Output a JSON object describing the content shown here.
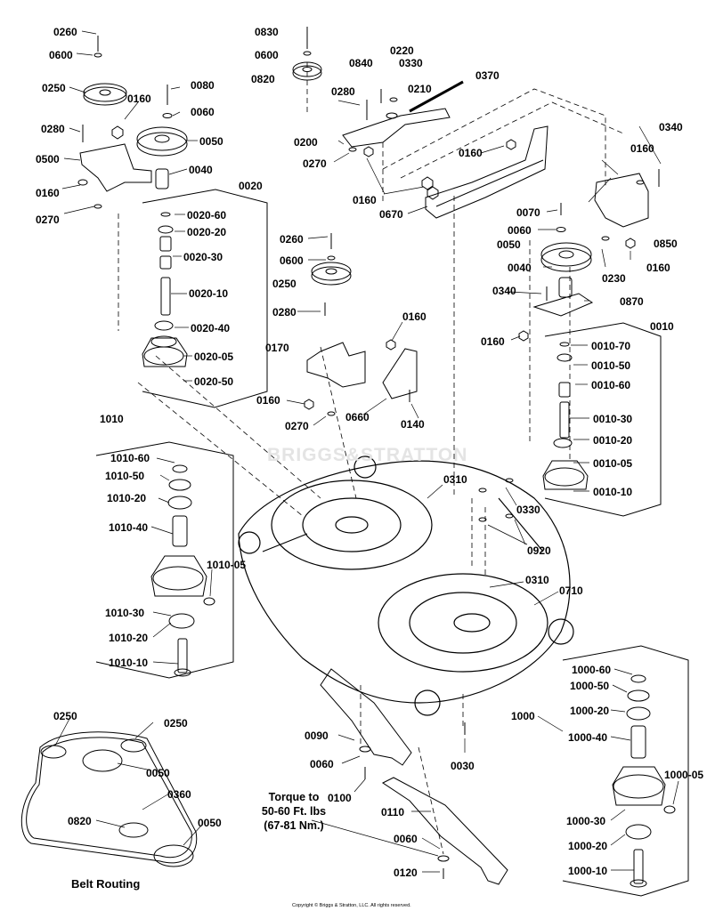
{
  "watermark": "BRIGGS&STRATTON",
  "copyright": "Copyright © Briggs & Stratton, LLC. All rights reserved.",
  "belt_routing": {
    "caption": "Belt Routing",
    "labels": [
      "0250",
      "0250",
      "0050",
      "0360",
      "0820",
      "0050"
    ]
  },
  "torque_note": {
    "line1": "Torque to",
    "line2": "50-60 Ft. lbs",
    "line3": "(67-81 Nm.)"
  },
  "callouts": [
    "0260",
    "0600",
    "0250",
    "0160",
    "0080",
    "0060",
    "0280",
    "0050",
    "0500",
    "0040",
    "0160",
    "0020",
    "0270",
    "0020-60",
    "0020-20",
    "0020-30",
    "0020-10",
    "0020-40",
    "0020-05",
    "0020-50",
    "0830",
    "0600",
    "0820",
    "0840",
    "0220",
    "0330",
    "0370",
    "0280",
    "0210",
    "0200",
    "0270",
    "0160",
    "0160",
    "0670",
    "0070",
    "0060",
    "0050",
    "0340",
    "0160",
    "0850",
    "0160",
    "0340",
    "0040",
    "0870",
    "0160",
    "0230",
    "0010",
    "0010-70",
    "0010-50",
    "0010-60",
    "0010-30",
    "0010-20",
    "0010-05",
    "0010-10",
    "0260",
    "0600",
    "0250",
    "0280",
    "0160",
    "0170",
    "0160",
    "0270",
    "0660",
    "0140",
    "1010",
    "1010-60",
    "1010-50",
    "1010-20",
    "1010-40",
    "1010-05",
    "1010-30",
    "1010-20",
    "1010-10",
    "0310",
    "0330",
    "0920",
    "0310",
    "0710",
    "0090",
    "0060",
    "0030",
    "0100",
    "0110",
    "0060",
    "0120",
    "1000",
    "1000-60",
    "1000-50",
    "1000-20",
    "1000-40",
    "1000-05",
    "1000-30",
    "1000-20",
    "1000-10"
  ]
}
